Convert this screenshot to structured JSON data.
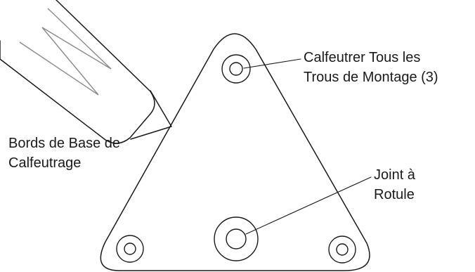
{
  "labels": {
    "mounting_holes_line1": "Calfeutrer Tous les",
    "mounting_holes_line2": "Trous de Montage (3)",
    "base_edges_line1": "Bords de Base de",
    "base_edges_line2": "Calfeutrage",
    "ball_joint_line1": "Joint à",
    "ball_joint_line2": "Rotule"
  },
  "icons": {
    "caulk_gun": "caulking-tube-icon"
  }
}
